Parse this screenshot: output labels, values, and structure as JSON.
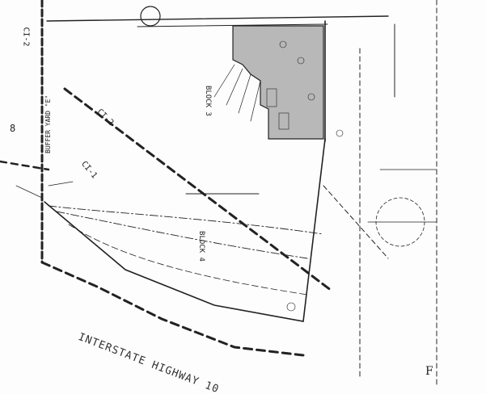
{
  "map": {
    "road_label": "INTERSTATE HIGHWAY 10",
    "blocks": [
      "BLOCK 3",
      "BLOCK 4"
    ],
    "buffer_label": "BUFFER YARD \"E\"",
    "zoning_labels": [
      "CI-2",
      "CI-2",
      "CI-1"
    ],
    "corner_marker": "F",
    "marker_8": "8",
    "colors": {
      "ink": "#222222",
      "shaded_lot": "#b8b8b8",
      "paper": "#fdfdfd"
    }
  }
}
